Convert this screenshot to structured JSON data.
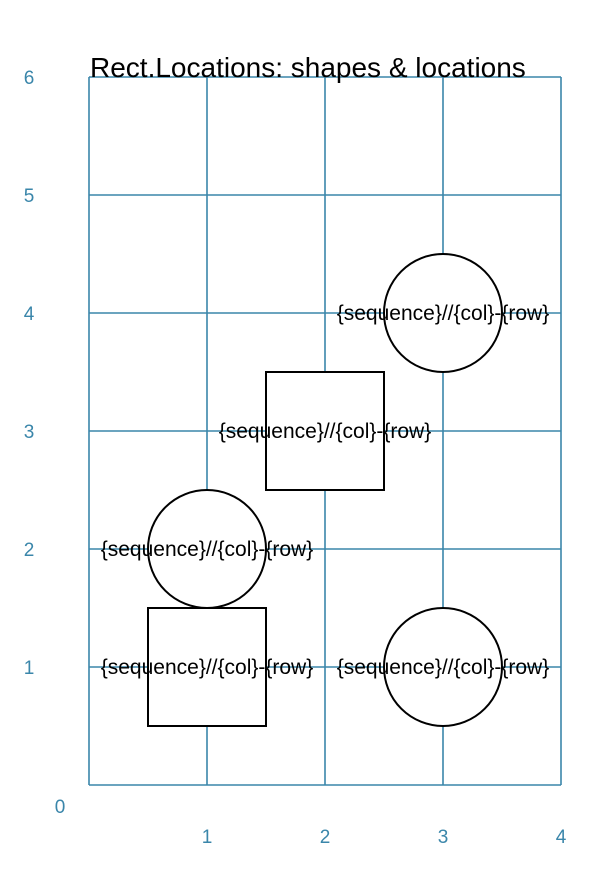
{
  "title": "Rect.Locations: shapes & locations",
  "grid": {
    "columns": 4,
    "rows": 6,
    "x_tick_labels": [
      "1",
      "2",
      "3",
      "4"
    ],
    "y_tick_labels": [
      "1",
      "2",
      "3",
      "4",
      "5",
      "6"
    ],
    "origin_label": "0",
    "line_color": "#3a86aa",
    "label_color": "#3a86aa"
  },
  "shapes": [
    {
      "kind": "square",
      "col": 1,
      "row": 1,
      "label": "{sequence}//{col}-{row}"
    },
    {
      "kind": "circle",
      "col": 1,
      "row": 2,
      "label": "{sequence}//{col}-{row}"
    },
    {
      "kind": "square",
      "col": 2,
      "row": 3,
      "label": "{sequence}//{col}-{row}"
    },
    {
      "kind": "circle",
      "col": 3,
      "row": 4,
      "label": "{sequence}//{col}-{row}"
    },
    {
      "kind": "circle",
      "col": 3,
      "row": 1,
      "label": "{sequence}//{col}-{row}"
    }
  ]
}
